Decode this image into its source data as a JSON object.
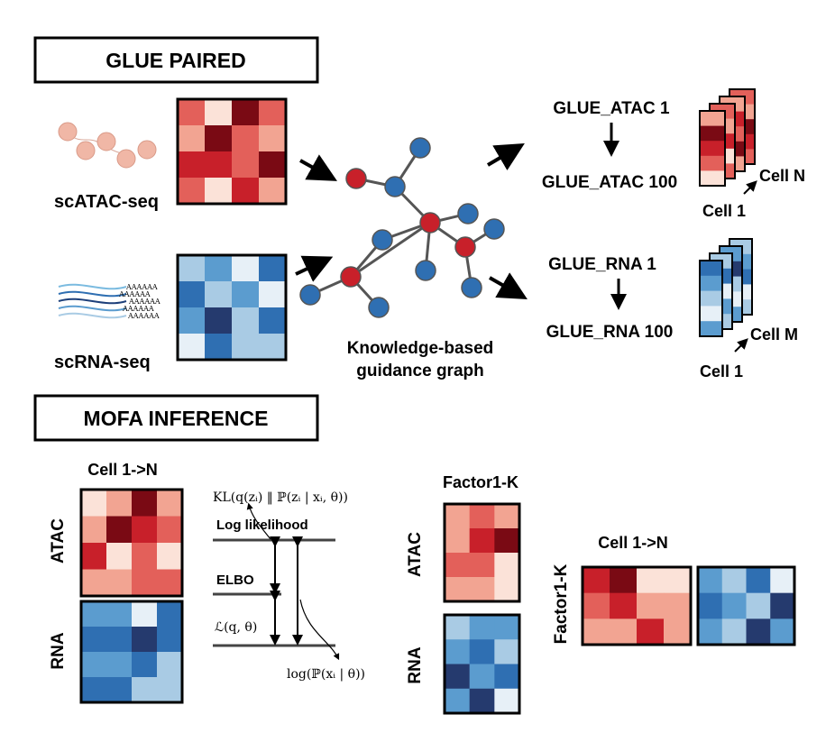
{
  "header_glue": "GLUE PAIRED",
  "header_mofa": "MOFA INFERENCE",
  "label_scatac": "scATAC-seq",
  "label_scrna": "scRNA-seq",
  "graph_label_line1": "Knowledge-based",
  "graph_label_line2": "guidance graph",
  "glue_atac_1": "GLUE_ATAC 1",
  "glue_atac_100": "GLUE_ATAC 100",
  "glue_rna_1": "GLUE_RNA 1",
  "glue_rna_100": "GLUE_RNA 100",
  "cell_n": "Cell N",
  "cell_m": "Cell M",
  "cell_1": "Cell 1",
  "mofa_cells_label": "Cell 1->N",
  "mofa_atac": "ATAC",
  "mofa_rna": "RNA",
  "mofa_factor_label": "Factor1-K",
  "mofa_factor_rotated": "Factor1-K",
  "mofa_cells_label_right": "Cell 1->N",
  "elbo_kl": "KL(q(zᵢ) ‖ ℙ(zᵢ | xᵢ, θ))",
  "elbo_loglik": "Log likelihood",
  "elbo_elbo": "ELBO",
  "elbo_lq": "ℒ(q, θ)",
  "elbo_logp": "log(ℙ(xᵢ | θ))",
  "rna_polyA": "AAAAAA",
  "colors": {
    "red_dark": "#7a0a14",
    "red": "#c8202a",
    "red_mid": "#e3605a",
    "red_light": "#f2a492",
    "red_pale": "#fbe2d8",
    "blue_dark": "#253a6e",
    "blue": "#2f6fb2",
    "blue_mid": "#5b9ccf",
    "blue_light": "#a9cbe4",
    "blue_pale": "#e7f0f7",
    "node_red": "#c8202a",
    "node_blue": "#2f6fb2"
  }
}
